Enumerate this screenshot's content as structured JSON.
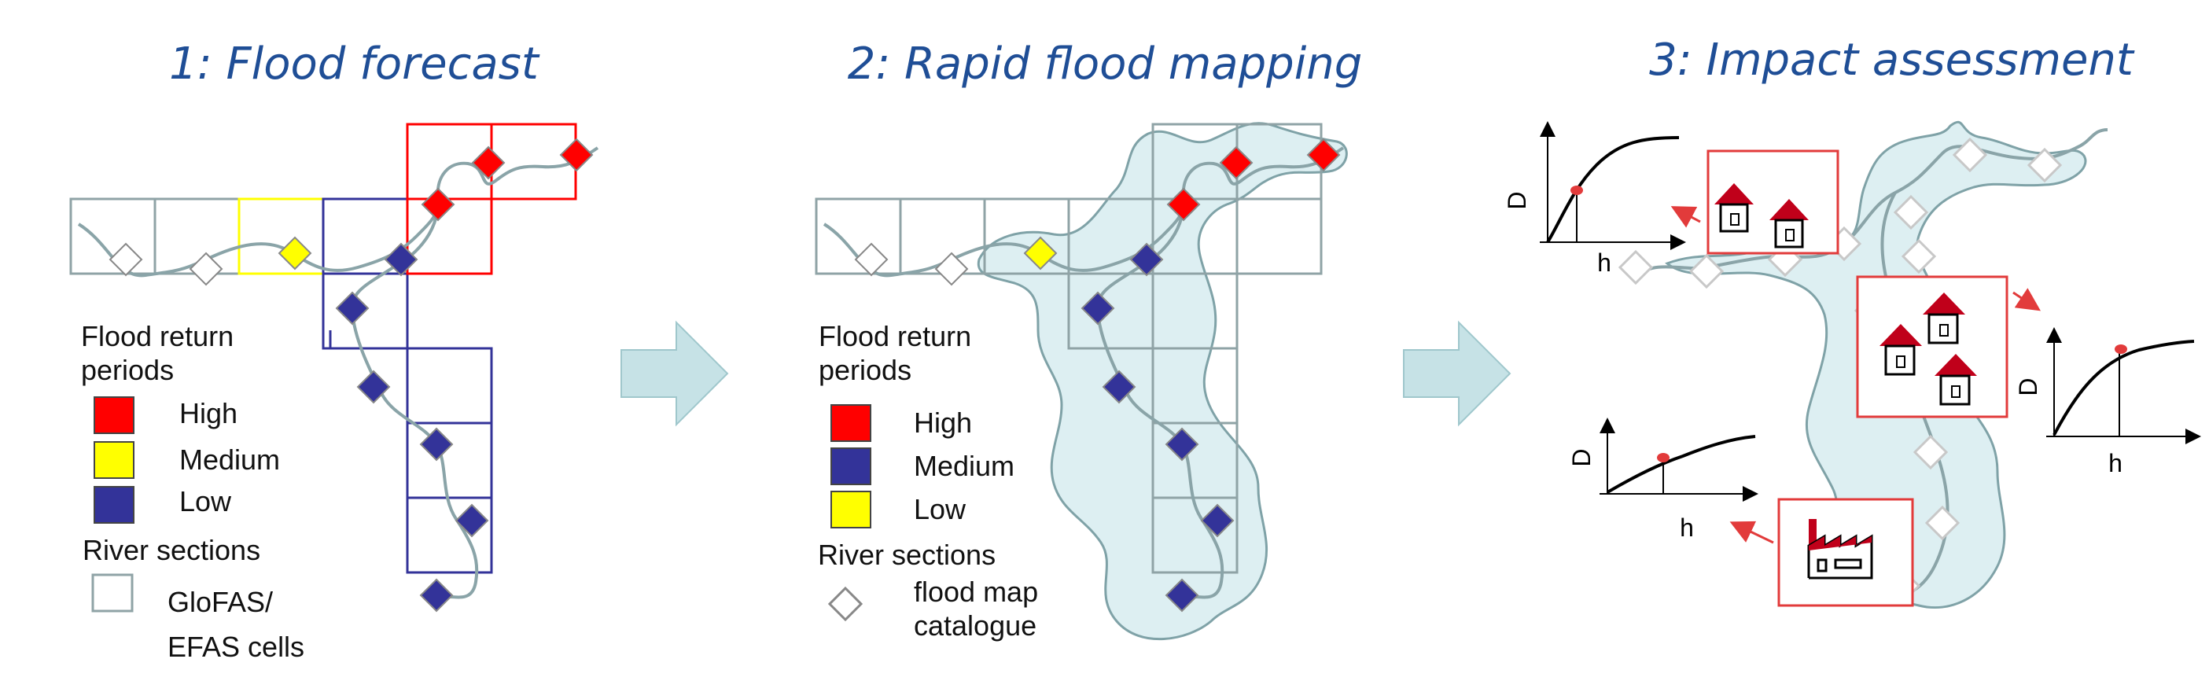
{
  "panels": [
    {
      "title": "1: Flood forecast",
      "legend": {
        "heading_line1": "Flood return",
        "heading_line2": "periods",
        "items": [
          {
            "label": "High",
            "color": "#FF0000"
          },
          {
            "label": "Medium",
            "color": "#FFFF00"
          },
          {
            "label": "Low",
            "color": "#333399"
          }
        ],
        "sections_heading": "River sections",
        "cell_label_line1": "GloFAS/",
        "cell_label_line2": "EFAS cells"
      }
    },
    {
      "title": "2: Rapid flood mapping",
      "legend": {
        "heading_line1": "Flood return",
        "heading_line2": "periods",
        "items": [
          {
            "label": "High",
            "color": "#FF0000"
          },
          {
            "label": "Medium",
            "color": "#333399"
          },
          {
            "label": "Low",
            "color": "#FFFF00"
          }
        ],
        "sections_heading": "River sections",
        "map_label_line1": "flood map",
        "map_label_line2": "catalogue"
      }
    },
    {
      "title": "3: Impact assessment",
      "axis_d": "D",
      "axis_h": "h"
    }
  ],
  "colors": {
    "title": "#1F4E96",
    "flood_fill": "#DDEFF2",
    "river": "#8AA4A8",
    "grid": "#8FA3A6",
    "arrow": "#C6E2E6",
    "impact_box": "#E23B3B"
  }
}
